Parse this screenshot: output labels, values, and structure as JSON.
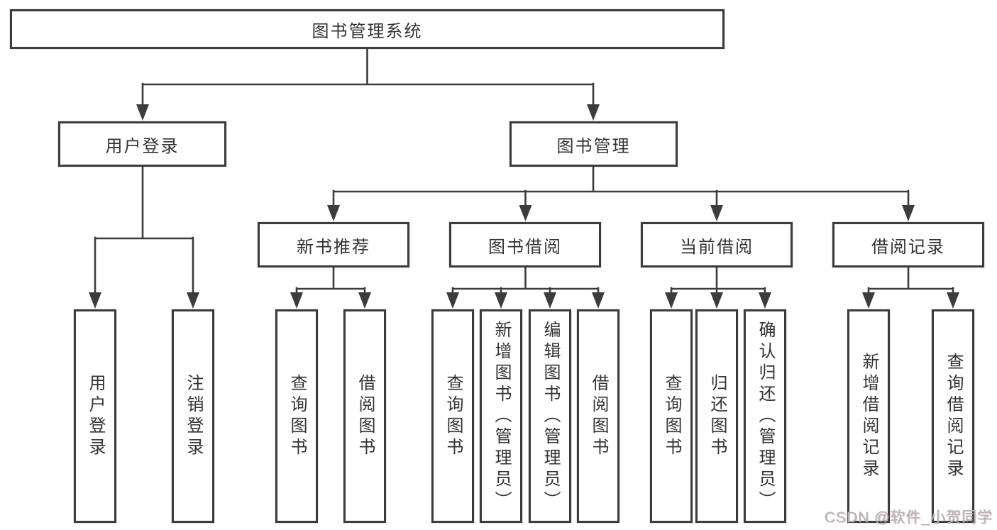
{
  "tree": {
    "root": "图书管理系统",
    "login": {
      "label": "用户登录",
      "children": [
        "用户登录",
        "注销登录"
      ]
    },
    "management": {
      "label": "图书管理",
      "sections": [
        {
          "label": "新书推荐",
          "children": [
            "查询图书",
            "借阅图书"
          ]
        },
        {
          "label": "图书借阅",
          "children": [
            "查询图书",
            "新增图书（管理员）",
            "编辑图书（管理员）",
            "借阅图书"
          ]
        },
        {
          "label": "当前借阅",
          "children": [
            "查询图书",
            "归还图书",
            "确认归还（管理员）"
          ]
        },
        {
          "label": "借阅记录",
          "children": [
            "新增借阅记录",
            "查询借阅记录"
          ]
        }
      ]
    }
  },
  "watermark": "CSDN @软件_小贺同学",
  "colors": {
    "line": "#3c3c3c",
    "text": "#333333",
    "watermark": "#b3b3b3",
    "background": "#ffffff"
  }
}
